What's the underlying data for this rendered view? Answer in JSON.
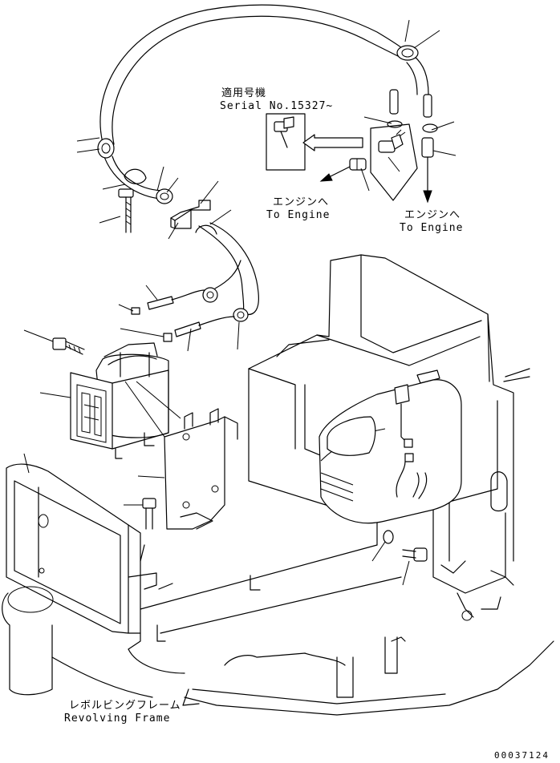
{
  "labels": {
    "serial_title": "適用号機",
    "serial_number": "Serial No.15327~",
    "engine_jp_1": "エンジンへ",
    "engine_en_1": "To Engine",
    "engine_jp_2": "エンジンへ",
    "engine_en_2": "To Engine",
    "frame_jp": "レボルビングフレーム",
    "frame_en": "Revolving Frame"
  },
  "drawing_number": "00037124"
}
